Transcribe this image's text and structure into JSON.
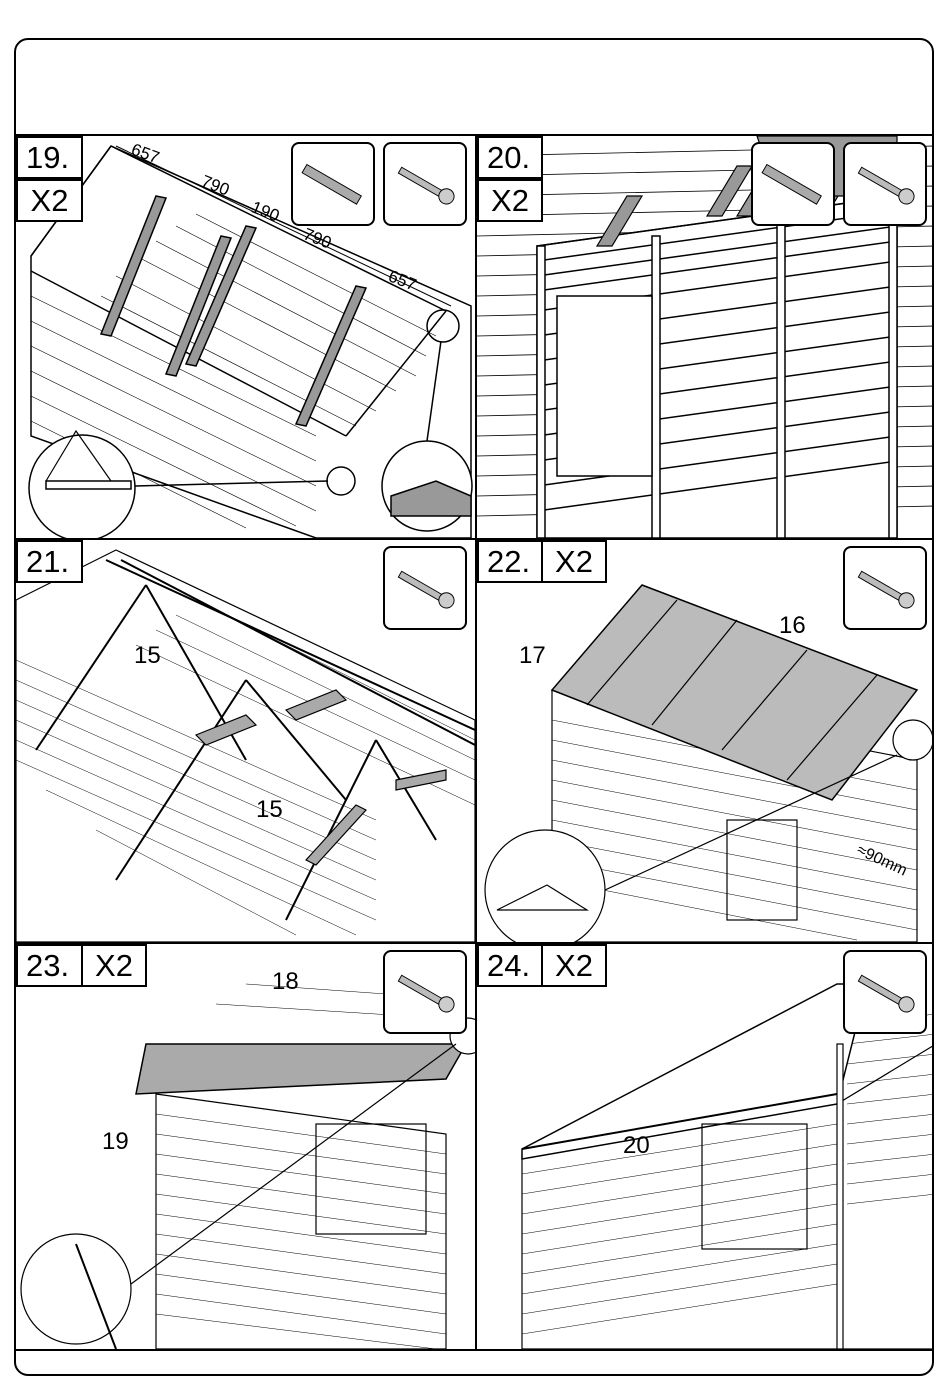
{
  "steps": [
    {
      "number": "19.",
      "quantity": "X2",
      "tools": [
        "drill-bit-icon",
        "screw-icon"
      ],
      "dimensions": [
        "657",
        "790",
        "190",
        "790",
        "657"
      ]
    },
    {
      "number": "20.",
      "quantity": "X2",
      "tools": [
        "drill-bit-icon",
        "screw-icon"
      ]
    },
    {
      "number": "21.",
      "quantity": "",
      "tools": [
        "screw-icon"
      ],
      "callouts": [
        "15",
        "15"
      ]
    },
    {
      "number": "22.",
      "quantity": "X2",
      "tools": [
        "screw-icon"
      ],
      "callouts": [
        "16",
        "17"
      ],
      "dimension": "≈90mm"
    },
    {
      "number": "23.",
      "quantity": "X2",
      "tools": [
        "screw-icon"
      ],
      "callouts": [
        "18",
        "19"
      ]
    },
    {
      "number": "24.",
      "quantity": "X2",
      "tools": [
        "screw-icon"
      ],
      "callouts": [
        "20"
      ]
    }
  ]
}
